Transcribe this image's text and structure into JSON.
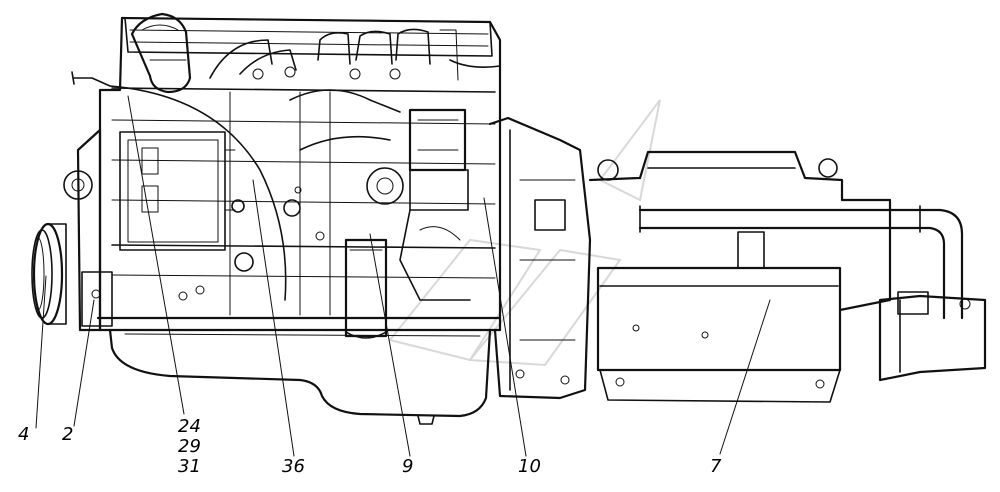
{
  "diagram": {
    "callouts": [
      {
        "id": "c4",
        "label": "4"
      },
      {
        "id": "c2",
        "label": "2"
      },
      {
        "id": "c24",
        "label": "24"
      },
      {
        "id": "c29",
        "label": "29"
      },
      {
        "id": "c31",
        "label": "31"
      },
      {
        "id": "c36",
        "label": "36"
      },
      {
        "id": "c9",
        "label": "9"
      },
      {
        "id": "c10",
        "label": "10"
      },
      {
        "id": "c7",
        "label": "7"
      }
    ]
  }
}
